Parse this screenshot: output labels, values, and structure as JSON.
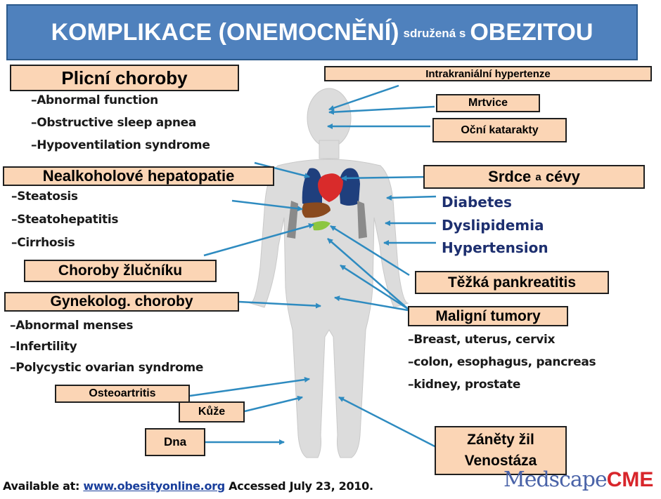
{
  "title": {
    "part1": "KOMPLIKACE (ONEMOCNĚNÍ)",
    "part2": "sdružená s",
    "part3": "OBEZITOU"
  },
  "labels": {
    "plicni": "Plicní choroby",
    "intrakranialni": "Intrakraniální hypertenze",
    "mrtvice": "Mrtvice",
    "ocni": "Oční katarakty",
    "hepatopatie": "Nealkoholové hepatopatie",
    "srdce_a": "Srdce",
    "srdce_b": "a",
    "srdce_c": "cévy",
    "zlucnik": "Choroby žlučníku",
    "pankreatitis": "Těžká pankreatitis",
    "gynekolog": "Gynekolog. choroby",
    "maligni": "Maligní tumory",
    "osteoartritis": "Osteoartritis",
    "kuze": "Kůže",
    "dna": "Dna",
    "zanety_1": "Záněty žil",
    "zanety_2": "Venostáza"
  },
  "lists": {
    "plicni": [
      "–Abnormal function",
      "–Obstructive sleep apnea",
      "–Hypoventilation syndrome"
    ],
    "hepatopatie": [
      "–Steatosis",
      "–Steatohepatitis",
      "–Cirrhosis"
    ],
    "gynekolog": [
      "–Abnormal menses",
      "–Infertility",
      "–Polycystic ovarian syndrome"
    ],
    "metabolic": [
      "Diabetes",
      "Dyslipidemia",
      "Hypertension"
    ],
    "maligni": [
      "–Breast, uterus, cervix",
      "–colon, esophagus, pancreas",
      "–kidney, prostate"
    ]
  },
  "footer": {
    "prefix": "Available at:",
    "url": "www.obesityonline.org",
    "suffix": "Accessed July 23, 2010."
  },
  "logo": {
    "part1": "Medscape",
    "part2": "CME"
  },
  "colors": {
    "title_bg": "#4f81bd",
    "label_bg": "#fbd5b5",
    "arrow": "#2e8bc0",
    "body": "#dedede",
    "navy_text": "#1d2f6f"
  }
}
